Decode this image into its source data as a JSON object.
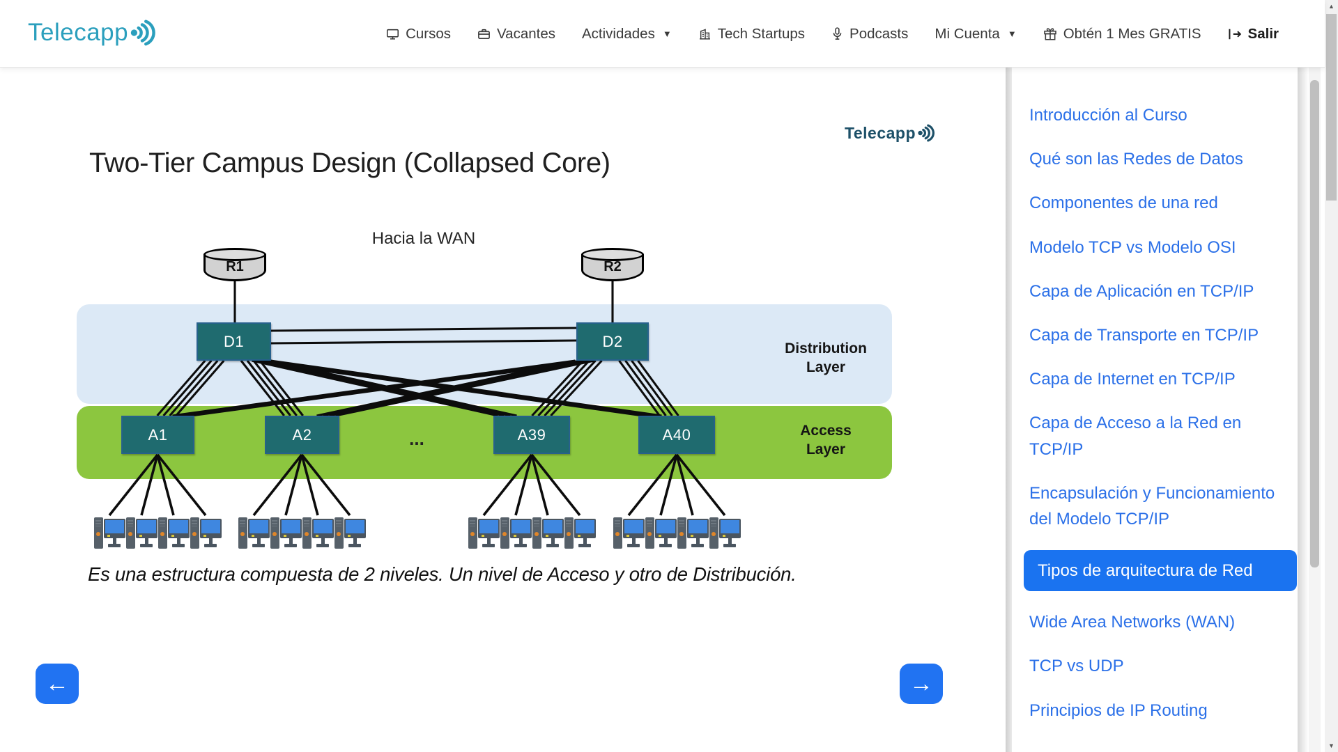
{
  "nav": {
    "logo": "Telecapp",
    "cursos": "Cursos",
    "vacantes": "Vacantes",
    "actividades": "Actividades",
    "tech_startups": "Tech Startups",
    "podcasts": "Podcasts",
    "mi_cuenta": "Mi Cuenta",
    "promo": "Obtén 1 Mes GRATIS",
    "salir": "Salir"
  },
  "slide": {
    "watermark": "Telecapp",
    "title": "Two-Tier Campus Design (Collapsed Core)",
    "wan_label": "Hacia la WAN",
    "caption": "Es una estructura compuesta de 2 niveles. Un nivel de Acceso y otro de Distribución.",
    "layers": {
      "distribution": "Distribution\nLayer",
      "access": "Access\nLayer"
    },
    "routers": {
      "r1": "R1",
      "r2": "R2"
    },
    "distribution_switches": {
      "d1": "D1",
      "d2": "D2"
    },
    "access_switches": {
      "a1": "A1",
      "a2": "A2",
      "a39": "A39",
      "a40": "A40"
    },
    "ellipsis": "...",
    "prev_arrow": "←",
    "next_arrow": "→"
  },
  "sidebar": {
    "items": [
      {
        "label": "Introducción al Curso",
        "active": false
      },
      {
        "label": "Qué son las Redes de Datos",
        "active": false
      },
      {
        "label": "Componentes de una red",
        "active": false
      },
      {
        "label": "Modelo TCP vs Modelo OSI",
        "active": false
      },
      {
        "label": "Capa de Aplicación en TCP/IP",
        "active": false
      },
      {
        "label": "Capa de Transporte en TCP/IP",
        "active": false
      },
      {
        "label": "Capa de Internet en TCP/IP",
        "active": false
      },
      {
        "label": "Capa de Acceso a la Red en TCP/IP",
        "active": false
      },
      {
        "label": "Encapsulación y Funcionamiento del Modelo TCP/IP",
        "active": false
      },
      {
        "label": "Tipos de arquitectura de Red",
        "active": true
      },
      {
        "label": "Wide Area Networks (WAN)",
        "active": false
      },
      {
        "label": "TCP vs UDP",
        "active": false
      },
      {
        "label": "Principios de IP Routing",
        "active": false
      }
    ]
  },
  "colors": {
    "brand_teal": "#2b9fbd",
    "watermark_teal": "#1d5068",
    "link_blue": "#2b70e8",
    "active_blue": "#1a73f0",
    "arrow_blue": "#2173f2",
    "distribution_band": "#dce9f6",
    "access_band": "#8cc63f",
    "switch_teal": "#1f6b6f"
  }
}
